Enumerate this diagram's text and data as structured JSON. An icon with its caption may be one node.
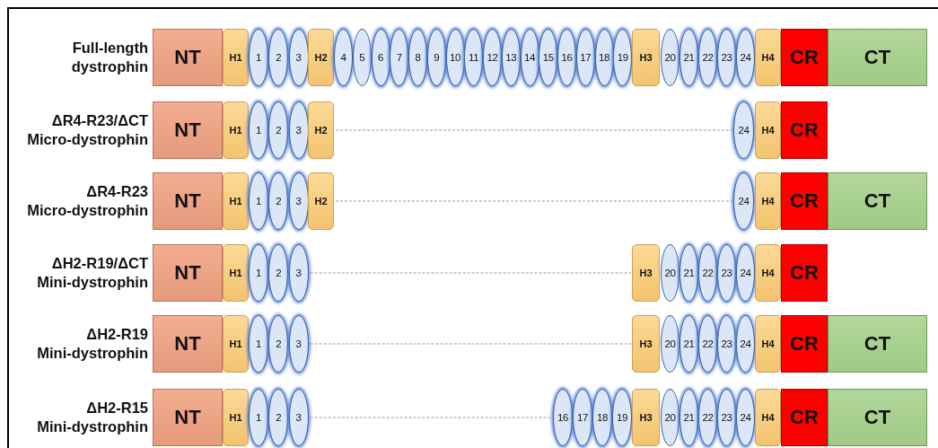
{
  "diagram": {
    "nodes": [
      {
        "text": [
          "NT"
        ]
      },
      {
        "text": [
          "H1"
        ]
      },
      {
        "text": [
          "1"
        ]
      },
      {
        "text": [
          "2"
        ]
      },
      {
        "text": [
          "3"
        ]
      },
      {
        "text": [
          "H2"
        ]
      },
      {
        "text": [
          "4"
        ]
      },
      {
        "text": [
          "5"
        ]
      },
      {
        "text": [
          "6"
        ]
      },
      {
        "text": [
          "7"
        ]
      },
      {
        "text": [
          "8"
        ]
      },
      {
        "text": [
          "9"
        ]
      },
      {
        "text": [
          "10"
        ]
      },
      {
        "text": [
          "11"
        ]
      },
      {
        "text": [
          "12"
        ]
      },
      {
        "text": [
          "13"
        ]
      },
      {
        "text": [
          "14"
        ]
      },
      {
        "text": [
          "15"
        ]
      },
      {
        "text": [
          "16"
        ]
      },
      {
        "text": [
          "17"
        ]
      },
      {
        "text": [
          "18"
        ]
      },
      {
        "text": [
          "19"
        ]
      },
      {
        "text": [
          "H3"
        ]
      },
      {
        "text": [
          "20"
        ]
      },
      {
        "text": [
          "21"
        ]
      },
      {
        "text": [
          "22"
        ]
      },
      {
        "text": [
          "23"
        ]
      },
      {
        "text": [
          "24"
        ]
      },
      {
        "text": [
          "H4"
        ]
      },
      {
        "text": [
          "CR"
        ]
      },
      {
        "text": [
          "CT"
        ]
      },
      {
        "text": [
          "NT"
        ]
      },
      {
        "text": [
          "H1"
        ]
      },
      {
        "text": [
          "1"
        ]
      },
      {
        "text": [
          "2"
        ]
      },
      {
        "text": [
          "3"
        ]
      },
      {
        "text": [
          "H2"
        ]
      },
      {
        "text": [
          "24"
        ]
      },
      {
        "text": [
          "H4"
        ]
      },
      {
        "text": [
          "CR"
        ]
      },
      {
        "text": [
          "NT"
        ]
      },
      {
        "text": [
          "H1"
        ]
      },
      {
        "text": [
          "1"
        ]
      },
      {
        "text": [
          "2"
        ]
      },
      {
        "text": [
          "3"
        ]
      },
      {
        "text": [
          "H2"
        ]
      },
      {
        "text": [
          "24"
        ]
      },
      {
        "text": [
          "H4"
        ]
      },
      {
        "text": [
          "CR"
        ]
      },
      {
        "text": [
          "CT"
        ]
      },
      {
        "text": [
          "NT"
        ]
      },
      {
        "text": [
          "H1"
        ]
      },
      {
        "text": [
          "1"
        ]
      },
      {
        "text": [
          "2"
        ]
      },
      {
        "text": [
          "3"
        ]
      },
      {
        "text": [
          "H3"
        ]
      },
      {
        "text": [
          "20"
        ]
      },
      {
        "text": [
          "21"
        ]
      },
      {
        "text": [
          "22"
        ]
      },
      {
        "text": [
          "23"
        ]
      },
      {
        "text": [
          "24"
        ]
      },
      {
        "text": [
          "H4"
        ]
      },
      {
        "text": [
          "CR"
        ]
      },
      {
        "text": [
          "NT"
        ]
      },
      {
        "text": [
          "H1"
        ]
      },
      {
        "text": [
          "1"
        ]
      },
      {
        "text": [
          "2"
        ]
      },
      {
        "text": [
          "3"
        ]
      },
      {
        "text": [
          "H3"
        ]
      },
      {
        "text": [
          "20"
        ]
      },
      {
        "text": [
          "21"
        ]
      },
      {
        "text": [
          "22"
        ]
      },
      {
        "text": [
          "23"
        ]
      },
      {
        "text": [
          "24"
        ]
      },
      {
        "text": [
          "H4"
        ]
      },
      {
        "text": [
          "CR"
        ]
      },
      {
        "text": [
          "CT"
        ]
      },
      {
        "text": [
          "NT"
        ]
      },
      {
        "text": [
          "H1"
        ]
      },
      {
        "text": [
          "1"
        ]
      },
      {
        "text": [
          "2"
        ]
      },
      {
        "text": [
          "3"
        ]
      },
      {
        "text": [
          "16"
        ]
      },
      {
        "text": [
          "17"
        ]
      },
      {
        "text": [
          "18"
        ]
      },
      {
        "text": [
          "19"
        ]
      },
      {
        "text": [
          "H3"
        ]
      },
      {
        "text": [
          "20"
        ]
      },
      {
        "text": [
          "21"
        ]
      },
      {
        "text": [
          "22"
        ]
      },
      {
        "text": [
          "23"
        ]
      },
      {
        "text": [
          "24"
        ]
      },
      {
        "text": [
          "H4"
        ]
      },
      {
        "text": [
          "CR"
        ]
      },
      {
        "text": [
          "CT"
        ]
      }
    ],
    "edges": [
      {
        "from": 36,
        "to": 37,
        "arrow": "none",
        "style": "dashed"
      },
      {
        "from": 45,
        "to": 46,
        "arrow": "none",
        "style": "dashed"
      },
      {
        "from": 54,
        "to": 55,
        "arrow": "none",
        "style": "dashed"
      },
      {
        "from": 67,
        "to": 68,
        "arrow": "none",
        "style": "dashed"
      },
      {
        "from": 81,
        "to": 82,
        "arrow": "none",
        "style": "dashed"
      }
    ],
    "labels": [
      "Full-length dystrophin",
      "ΔR4-R23/ΔCT Micro-dystrophin",
      "ΔR4-R23 Micro-dystrophin",
      "ΔH2-R19/ΔCT Mini-dystrophin",
      "ΔH2-R19 Mini-dystrophin",
      "ΔH2-R15 Mini-dystrophin"
    ]
  }
}
